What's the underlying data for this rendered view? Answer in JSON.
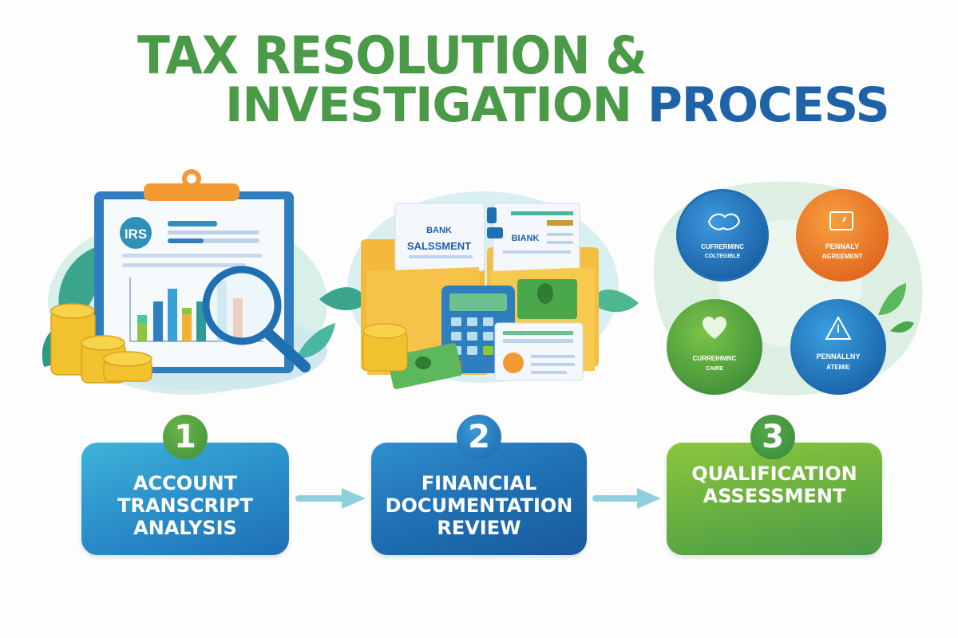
{
  "title": {
    "line1": "TAX RESOLUTION &",
    "line2_main": "INVESTIGATION ",
    "line2_accent": "PROCESS",
    "colors": {
      "primary": "#4a9a48",
      "accent": "#1e63a8"
    }
  },
  "illustrations": [
    {
      "id": "account-transcript",
      "logo_text": "IRS",
      "elements": [
        "clipboard",
        "bar-chart",
        "magnifying-glass",
        "coin-stacks",
        "leaves"
      ]
    },
    {
      "id": "financial-documents",
      "doc1_line1": "BANK",
      "doc1_line2": "SALSSMENT",
      "doc2_title": "BIANK",
      "elements": [
        "folders",
        "bank-statements",
        "calculator",
        "cash-bills",
        "coins",
        "receipt"
      ]
    },
    {
      "id": "qualification-options",
      "circles": [
        {
          "line1": "CUFRERMINC",
          "line2": "COLTEGIBLE",
          "color": "#1f6fb3",
          "icon": "handshake-icon"
        },
        {
          "line1": "PENNALY",
          "line2": "AGREEMENT",
          "color": "#e8782a",
          "icon": "document-icon"
        },
        {
          "line1": "CURREIHMNC",
          "line2": "CAIRE",
          "color": "#5aa83a",
          "icon": "heart-hands-icon"
        },
        {
          "line1": "PENNALLNY",
          "line2": "ATEMIE",
          "color": "#1f6fb3",
          "icon": "warning-icon"
        }
      ]
    }
  ],
  "steps": [
    {
      "number": "1",
      "label_lines": [
        "ACCOUNT",
        "TRANSCRIPT",
        "ANALYSIS"
      ],
      "color": "#2a8fca"
    },
    {
      "number": "2",
      "label_lines": [
        "FINANCIAL",
        "DOCUMENTATION",
        "REVIEW"
      ],
      "color": "#1f6fb3"
    },
    {
      "number": "3",
      "label_lines": [
        "QUALIFICATION",
        "ASSESSMENT"
      ],
      "color": "#6db33f"
    }
  ],
  "arrow_color": "#8fd0dc"
}
